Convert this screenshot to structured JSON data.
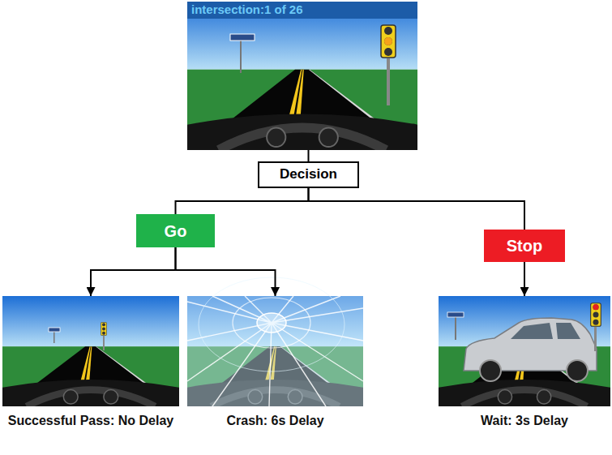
{
  "diagram": {
    "nodes": [
      {
        "text": [
          "intersection:1 of 26"
        ]
      },
      {
        "text": [
          "Decision"
        ]
      },
      {
        "text": [
          "Go"
        ]
      },
      {
        "text": [
          "Stop"
        ]
      },
      {
        "text": [
          "Successful Pass: No Delay"
        ]
      },
      {
        "text": [
          "Crash: 6s Delay"
        ]
      },
      {
        "text": [
          "Wait: 3s Delay"
        ]
      }
    ],
    "edges": [
      {
        "from": 0,
        "to": 1,
        "arrow": "none"
      },
      {
        "from": 1,
        "to": 2,
        "arrow": "none"
      },
      {
        "from": 1,
        "to": 3,
        "arrow": "none"
      },
      {
        "from": 2,
        "to": 4,
        "arrow": "to"
      },
      {
        "from": 2,
        "to": 5,
        "arrow": "to"
      },
      {
        "from": 3,
        "to": 6,
        "arrow": "to"
      }
    ]
  }
}
